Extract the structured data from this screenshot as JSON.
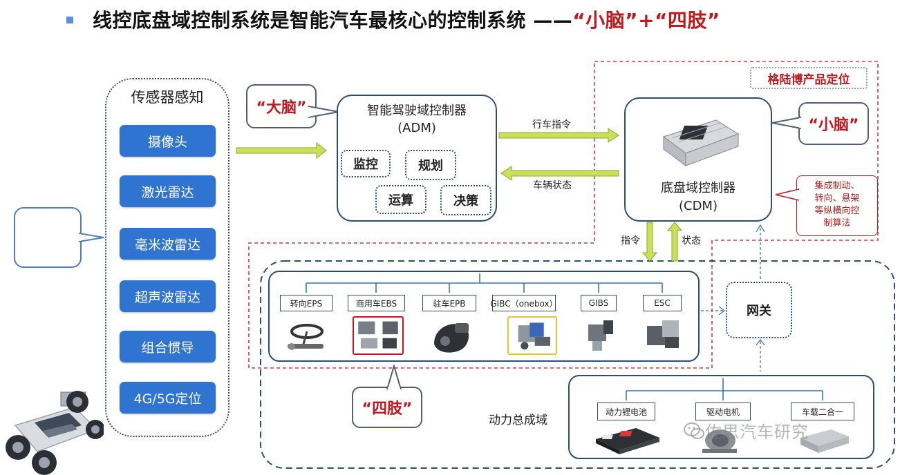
{
  "title": {
    "prefix": "线控底盘域控制系统是智能汽车最核心的控制系统 ——",
    "highlight": "“小脑”+“四肢”"
  },
  "sensors": {
    "title": "传感器感知",
    "items": [
      "摄像头",
      "激光雷达",
      "毫米波雷达",
      "超声波雷达",
      "组合惯导",
      "4G/5G定位"
    ]
  },
  "callouts": {
    "brain": "“大脑”",
    "cerebellum": "“小脑”",
    "limbs": "“四肢”"
  },
  "adm": {
    "title_line1": "智能驾驶域控制器",
    "title_line2": "(ADM)",
    "functions": [
      "监控",
      "规划",
      "运算",
      "决策"
    ]
  },
  "flows": {
    "command": "行车指令",
    "status": "车辆状态",
    "down": "指令",
    "up": "状态"
  },
  "cdm": {
    "title_line1": "底盘域控制器",
    "title_line2": "(CDM)"
  },
  "positioning_label": "格陆博产品定位",
  "integration_note": [
    "集成制动、",
    "转向、悬架",
    "等纵横向控",
    "制算法"
  ],
  "chassis_items": [
    "转向EPS",
    "商用车EBS",
    "驻车EPB",
    "GIBC（onebox）",
    "GIBS",
    "ESC"
  ],
  "gateway": "网关",
  "powertrain": {
    "title": "动力总成域",
    "items": [
      "动力锂电池",
      "驱动电机",
      "车载二合一"
    ]
  },
  "watermark": "佐思汽车研究",
  "colors": {
    "accent_blue": "#2f74d0",
    "frame_navy": "#2b4d7a",
    "highlight_red": "#c0181c",
    "arrow_green": "#b9d84a"
  }
}
